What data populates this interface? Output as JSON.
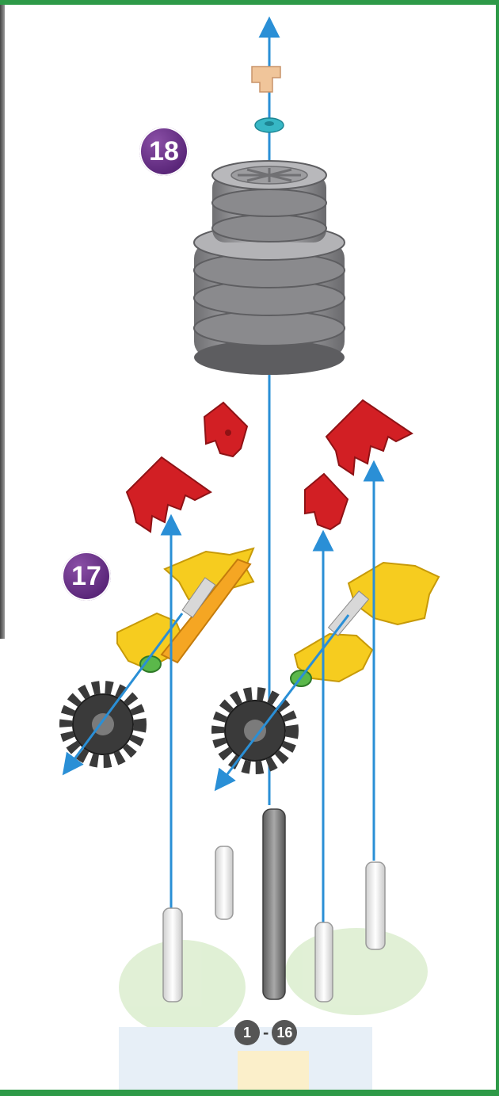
{
  "steps": [
    {
      "number": "18"
    },
    {
      "number": "17"
    }
  ],
  "range": {
    "from": "1",
    "separator": "-",
    "to": "16"
  },
  "colors": {
    "border": "#2e9a48",
    "arrow": "#2a8fd6",
    "step_badge": "#6b3590",
    "wheel": "#9a9a9d",
    "connector_red": "#d21f24",
    "connector_yellow": "#f6cc1f",
    "connector_orange": "#f5a623",
    "gear": "#3a3a3a",
    "rod_gray": "#8a8a8a",
    "rod_white": "#f4f4f4",
    "spacer_green": "#5bb84a",
    "spacer_teal": "#37b7c5",
    "clip_tan": "#f0c59a"
  },
  "icons": [
    "tan-clip-icon",
    "teal-spacer-icon",
    "pulley-stack-icon",
    "red-connector-icon",
    "yellow-connector-icon",
    "gear-icon",
    "rod-icon",
    "assembly-arrow-icon"
  ]
}
